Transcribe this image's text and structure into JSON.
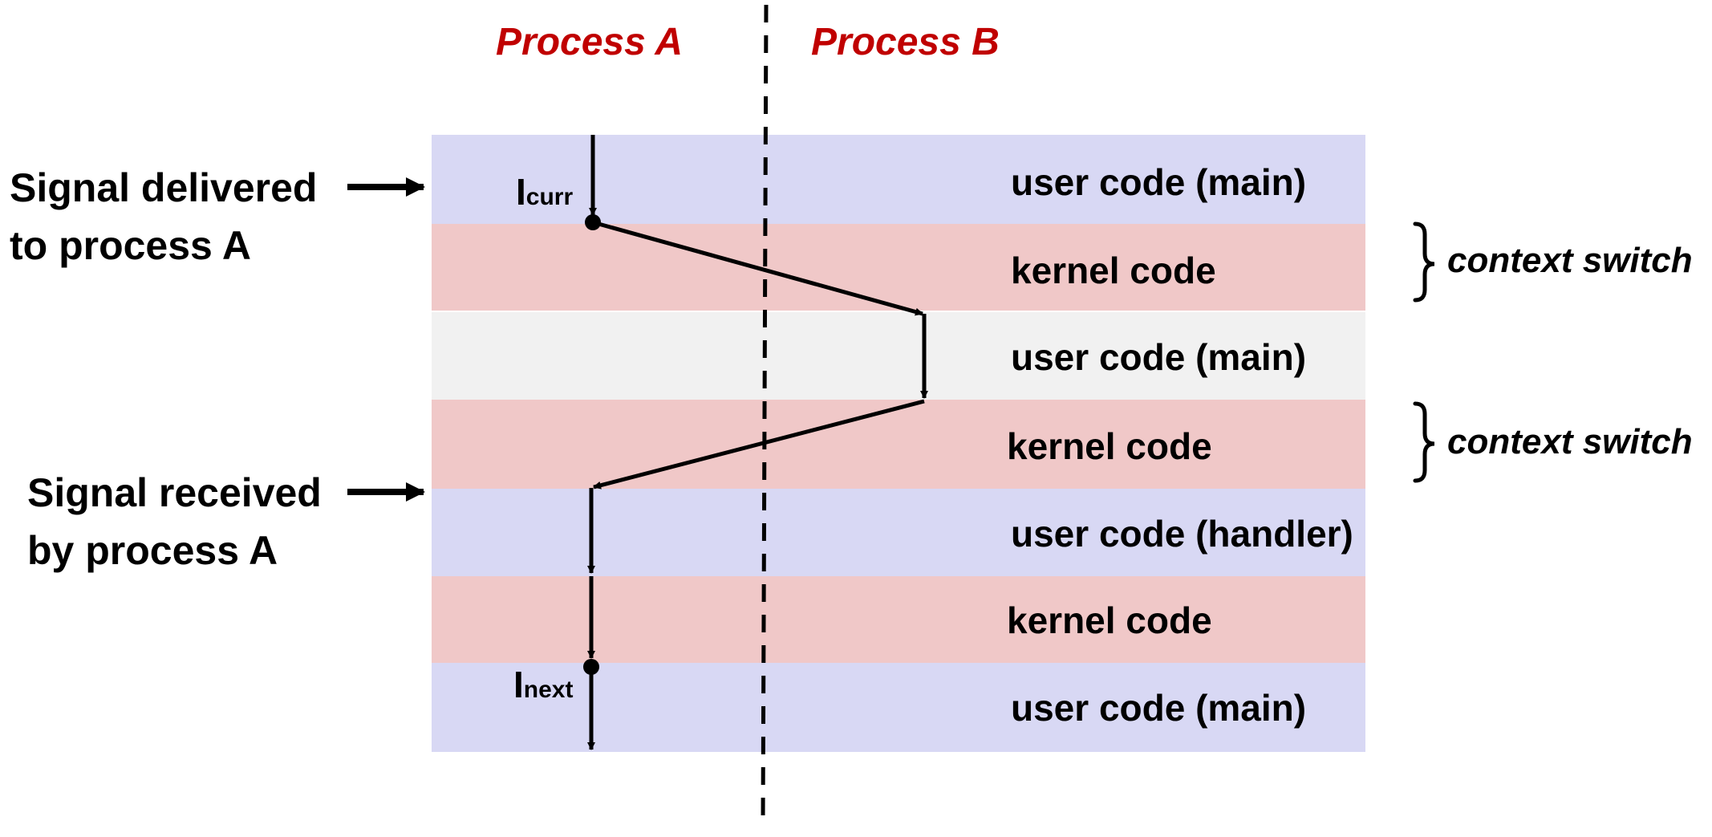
{
  "headers": {
    "process_a": "Process A",
    "process_b": "Process B"
  },
  "bands": [
    {
      "label": "user code (main)",
      "color": "#d8d8f4"
    },
    {
      "label": "kernel code",
      "color": "#f0c8c8"
    },
    {
      "label": "user code (main)",
      "color": "#f1f1f1"
    },
    {
      "label": "kernel code",
      "color": "#f0c8c8"
    },
    {
      "label": "user code (handler)",
      "color": "#d8d8f4"
    },
    {
      "label": "kernel code",
      "color": "#f0c8c8"
    },
    {
      "label": "user code (main)",
      "color": "#d8d8f4"
    }
  ],
  "left_labels": {
    "delivered": [
      "Signal delivered",
      "to process A"
    ],
    "received": [
      "Signal received",
      "by process A"
    ]
  },
  "context_switch": [
    "context switch",
    "context switch"
  ],
  "instruction_labels": {
    "curr": {
      "base": "I",
      "sub": "curr"
    },
    "next": {
      "base": "I",
      "sub": "next"
    }
  },
  "colors": {
    "process_header": "#c00000",
    "user_band": "#d8d8f4",
    "kernel_band": "#f0c8c8",
    "inactive_band": "#f1f1f1",
    "line": "#000000"
  }
}
